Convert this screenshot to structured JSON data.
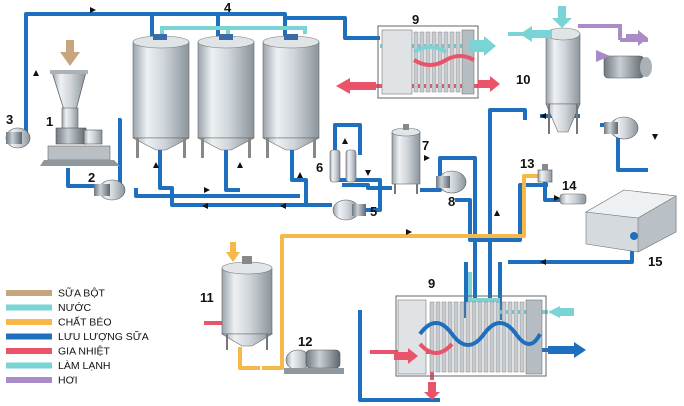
{
  "diagram": {
    "numbers": {
      "n1": "1",
      "n2": "2",
      "n3": "3",
      "n4": "4",
      "n5": "5",
      "n6": "6",
      "n7": "7",
      "n8": "8",
      "n9a": "9",
      "n9b": "9",
      "n10": "10",
      "n11": "11",
      "n12": "12",
      "n13": "13",
      "n14": "14",
      "n15": "15"
    },
    "colors": {
      "milk_powder": "#c7a57d",
      "water": "#7ad3d4",
      "fat": "#f7b84a",
      "milk_flow": "#1f6fbf",
      "heating": "#e9546b",
      "cooling": "#7ad3d4",
      "steam": "#a98bc7"
    },
    "legend": [
      {
        "label": "SỮA BỘT",
        "color": "#c7a57d"
      },
      {
        "label": "NƯỚC",
        "color": "#7ad3d4"
      },
      {
        "label": "CHẤT BÉO",
        "color": "#f7b84a"
      },
      {
        "label": "LƯU LƯỢNG SỮA",
        "color": "#1f6fbf"
      },
      {
        "label": "GIA NHIỆT",
        "color": "#e9546b"
      },
      {
        "label": "LÀM LẠNH",
        "color": "#7ad3d4"
      },
      {
        "label": "HƠI",
        "color": "#a98bc7"
      }
    ]
  }
}
